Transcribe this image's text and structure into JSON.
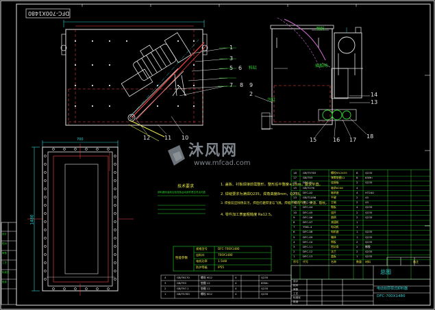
{
  "drawing_code": "DFC-700X1480",
  "sheet_code": "DFC-700X1480",
  "sheet_title": "电动双层颚式卸料器",
  "sheet_name": "总图",
  "watermark": {
    "site_cn": "沐风网",
    "url": "www.mfcad.com"
  },
  "left_view": {
    "dimensions": [
      "1480",
      "700"
    ]
  },
  "top_view": {
    "balloons": [
      "12",
      "11",
      "10",
      "1",
      "3",
      "5",
      "6",
      "7",
      "8",
      "9"
    ]
  },
  "side_view": {
    "labels": [
      "物料",
      "料缸",
      "插板阀",
      "汽缸"
    ],
    "balloons": [
      "2",
      "14",
      "13",
      "15",
      "16",
      "17",
      "18"
    ]
  },
  "tech_requirements": {
    "title": "技术要求",
    "items": [
      "1. 盖板、衬板焊接前需整形，整形后平整度≤1mm，要求平直。",
      "2. 焊缝要求为满焊Q235，焊角高度8mm，Q235。",
      "3. 焊接前应除锈去污，焊后打磨焊渣与飞溅，焊缝不得有气孔、夹渣、裂纹。",
      "4. 零件加工表面粗糙度 Ra12.5。"
    ],
    "lead_note": "卸料器安装前应检查各运动部件是否灵活可靠"
  },
  "param_table": {
    "title": "性能参数",
    "rows": [
      [
        "规格型号",
        "DFC-700X1480"
      ],
      [
        "出料口",
        "700X1480"
      ],
      [
        "电机功率",
        "1.5kW"
      ],
      [
        "防护等级",
        "IP55"
      ]
    ]
  },
  "small_table": {
    "rows": [
      [
        "4",
        "GB/T6170",
        "螺母 M12",
        "4",
        "",
        "Q235"
      ],
      [
        "3",
        "GB/T93",
        "垫圈 12",
        "4",
        "",
        "65Mn"
      ],
      [
        "2",
        "GB/T97.1",
        "垫圈 12",
        "4",
        "",
        "Q235"
      ],
      [
        "1",
        "GB/T5783",
        "螺栓 M12",
        "4",
        "",
        "Q235"
      ]
    ]
  },
  "bom": {
    "header": [
      "序号",
      "代号",
      "名称",
      "数量",
      "材料",
      "备注"
    ],
    "rows": [
      [
        "18",
        "GB/T5783",
        "螺栓M12X35",
        "8",
        "Q235",
        ""
      ],
      [
        "17",
        "GB/T93",
        "弹簧垫圈12",
        "8",
        "65Mn",
        ""
      ],
      [
        "16",
        "DFC-01",
        "连接板",
        "2",
        "Q235",
        ""
      ],
      [
        "15",
        "GB/T276",
        "轴承6206",
        "4",
        "",
        ""
      ],
      [
        "14",
        "DFC-02",
        "轴承座",
        "4",
        "HT200",
        ""
      ],
      [
        "13",
        "GB/T1096",
        "平键",
        "2",
        "45",
        ""
      ],
      [
        "12",
        "DFC-03",
        "主轴",
        "2",
        "45",
        ""
      ],
      [
        "11",
        "DFC-04",
        "颚板",
        "4",
        "Q235",
        ""
      ],
      [
        "10",
        "DFC-05",
        "连杆",
        "2",
        "Q235",
        ""
      ],
      [
        "9",
        "DFC-06",
        "曲柄",
        "2",
        "Q235",
        ""
      ],
      [
        "8",
        "DFC-07",
        "减速机",
        "1",
        "",
        ""
      ],
      [
        "7",
        "Y90L-4",
        "电动机",
        "1",
        "",
        ""
      ],
      [
        "6",
        "DFC-08",
        "电机座",
        "1",
        "Q235",
        ""
      ],
      [
        "5",
        "DFC-09",
        "箱体",
        "1",
        "Q235",
        ""
      ],
      [
        "4",
        "DFC-10",
        "侧板",
        "2",
        "Q235",
        ""
      ],
      [
        "3",
        "DFC-11",
        "密封条",
        "2",
        "橡胶",
        ""
      ],
      [
        "2",
        "DFC-12",
        "法兰",
        "2",
        "Q235",
        ""
      ],
      [
        "1",
        "DFC-13",
        "盖板",
        "1",
        "Q235",
        ""
      ]
    ]
  },
  "title_block": {
    "left_labels": [
      "设计",
      "校对",
      "审核",
      "工艺",
      "标准化",
      "批准"
    ]
  }
}
